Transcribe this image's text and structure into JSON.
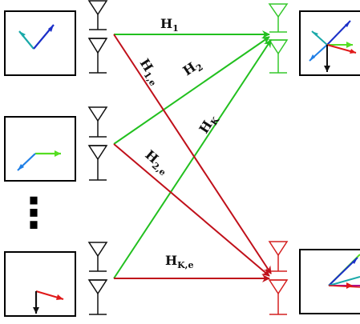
{
  "labels": {
    "h1": {
      "main": "H",
      "sub": "1"
    },
    "h2": {
      "main": "H",
      "sub": "2"
    },
    "hk": {
      "main": "H",
      "sub": "K"
    },
    "h1e": {
      "main": "H",
      "sub": "1,e"
    },
    "h2e": {
      "main": "H",
      "sub": "2,e"
    },
    "hke": {
      "main": "H",
      "sub": "K,e"
    }
  },
  "colors": {
    "legit_link": "#22c01f",
    "eve_link": "#c0101a",
    "antenna": "#111111",
    "legit_antenna": "#35c82c",
    "eve_antenna": "#d42020",
    "arrow_cyan": "#1aa9a9",
    "arrow_blue": "#1a2fc8",
    "arrow_green": "#55dd22",
    "arrow_lightblue": "#1f7fe6",
    "arrow_red": "#e01818",
    "arrow_black": "#111111",
    "arrow_magenta": "#b0108a"
  },
  "ellipsis": "⋮"
}
